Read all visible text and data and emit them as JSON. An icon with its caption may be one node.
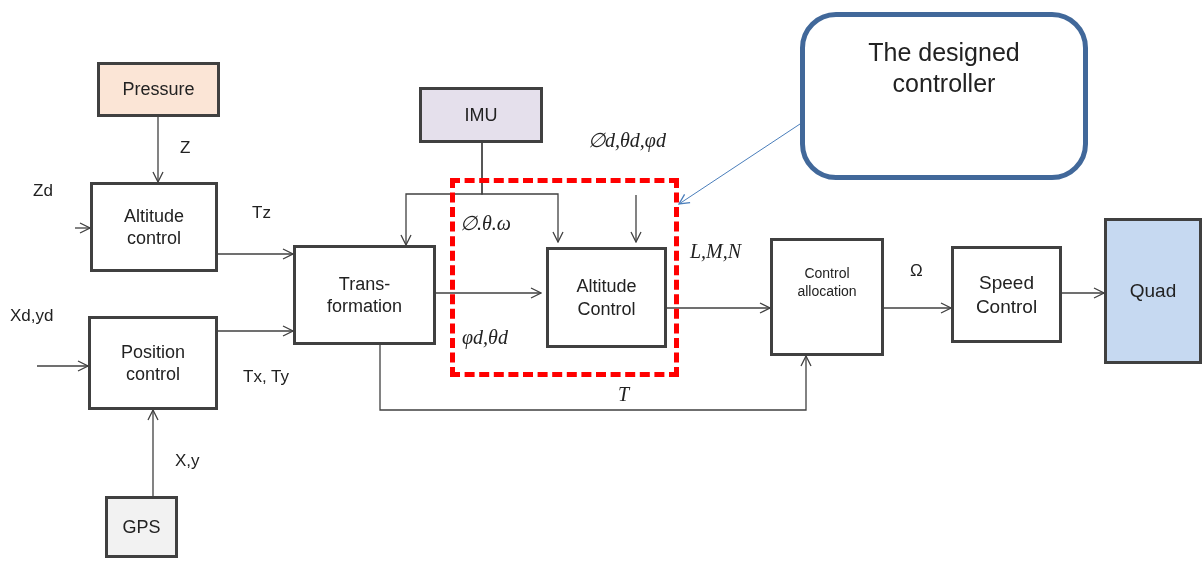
{
  "diagram": {
    "nodes": [
      {
        "text": [
          "Pressure"
        ]
      },
      {
        "text": [
          "Altitude control"
        ]
      },
      {
        "text": [
          "Position control"
        ]
      },
      {
        "text": [
          "GPS"
        ]
      },
      {
        "text": [
          "Trans- formation"
        ]
      },
      {
        "text": [
          "IMU"
        ]
      },
      {
        "text": [],
        "shape": "box"
      },
      {
        "text": [
          "Altitude Control"
        ],
        "in": 6
      },
      {
        "text": [
          "Control allocation"
        ]
      },
      {
        "text": [
          "Speed Control"
        ]
      },
      {
        "text": [
          "Quad"
        ]
      },
      {
        "text": [
          "The designed controller"
        ]
      }
    ],
    "edges": [
      {
        "from": 0,
        "to": 1,
        "arrow": "to",
        "label": "Z"
      },
      {
        "from": null,
        "to": 1,
        "arrow": "to",
        "label": "Zd"
      },
      {
        "from": null,
        "to": 2,
        "arrow": "to",
        "label": "Xd,yd"
      },
      {
        "from": 3,
        "to": 2,
        "arrow": "to",
        "label": "X,y"
      },
      {
        "from": 1,
        "to": 4,
        "arrow": "to",
        "label": "Tz"
      },
      {
        "from": 2,
        "to": 4,
        "arrow": "to",
        "label": "Tx, Ty"
      },
      {
        "from": 5,
        "to": 4,
        "arrow": "to"
      },
      {
        "from": 5,
        "to": 7,
        "arrow": "to",
        "label": "∅.θ.ω"
      },
      {
        "from": null,
        "to": 7,
        "arrow": "to",
        "label": "∅d,θd,φd"
      },
      {
        "from": 4,
        "to": 7,
        "arrow": "to",
        "label": "φd,θd"
      },
      {
        "from": 7,
        "to": 8,
        "arrow": "to",
        "label": "L,M,N"
      },
      {
        "from": 4,
        "to": 8,
        "arrow": "to"
      },
      {
        "from": 8,
        "to": 9,
        "arrow": "to",
        "label": "Ω"
      },
      {
        "from": 9,
        "to": 10,
        "arrow": "to"
      },
      {
        "from": 11,
        "to": 6,
        "arrow": "to",
        "color": "#4a7ebb"
      }
    ],
    "labels": [
      "T"
    ]
  }
}
